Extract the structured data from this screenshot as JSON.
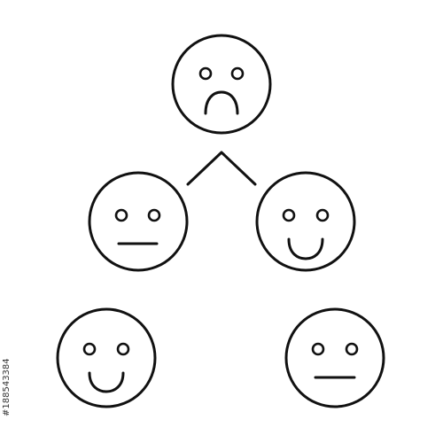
{
  "icon": {
    "name": "emoji-mood-hierarchy-icon",
    "line_color": "#111111",
    "background": "#ffffff",
    "faces": [
      {
        "id": "top",
        "mood": "sad"
      },
      {
        "id": "middle-left",
        "mood": "neutral"
      },
      {
        "id": "middle-right",
        "mood": "happy"
      },
      {
        "id": "bottom-left",
        "mood": "happy"
      },
      {
        "id": "bottom-right",
        "mood": "neutral"
      }
    ],
    "connectors": [
      "top-to-middle"
    ]
  },
  "watermark": {
    "stock_id": "#188543384",
    "color": "#d8d8d8"
  }
}
